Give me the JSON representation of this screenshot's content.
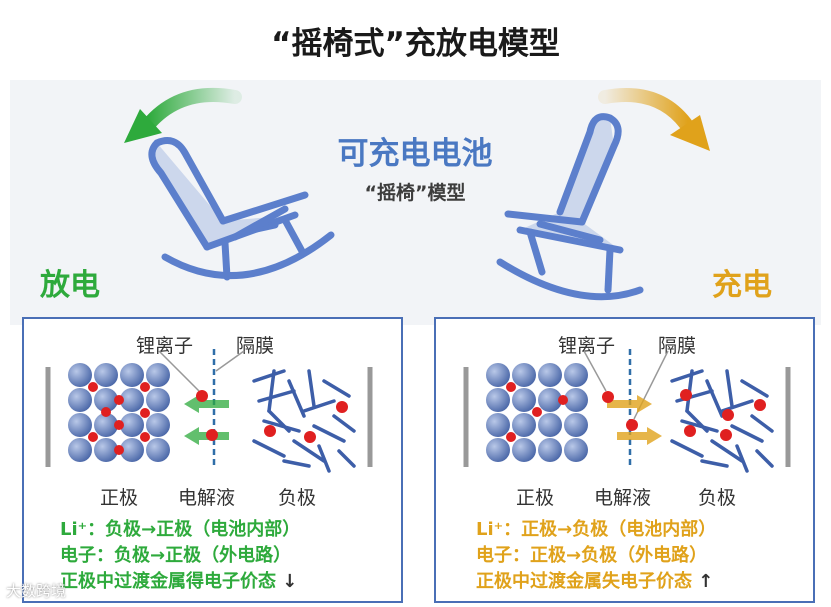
{
  "title": "“摇椅式”充放电模型",
  "center": {
    "main": "可充电电池",
    "sub": "“摇椅”模型"
  },
  "modes": {
    "discharge": "放电",
    "charge": "充电"
  },
  "discharge_panel": {
    "ion_label": "锂离子",
    "separator_label": "隔膜",
    "cathode_label": "正极",
    "electrolyte_label": "电解液",
    "anode_label": "负极",
    "line1": "Li⁺：负极→正极（电池内部）",
    "line2": "电子：负极→正极（外电路）",
    "line3": "正极中过渡金属得电子价态",
    "line3_arrow": "↓"
  },
  "charge_panel": {
    "ion_label": "锂离子",
    "separator_label": "隔膜",
    "cathode_label": "正极",
    "electrolyte_label": "电解液",
    "anode_label": "负极",
    "line1": "Li⁺：正极→负极（电池内部）",
    "line2": "电子：正极→负极（外电路）",
    "line3": "正极中过渡金属失电子价态",
    "line3_arrow": "↑"
  },
  "watermark": "大数跨境",
  "colors": {
    "discharge": "#2eaa3c",
    "charge": "#e0a21b",
    "chair": "#5c7fcc",
    "sphere": "#5b79b8",
    "ion": "#e02020",
    "frame": "#4a6fb6"
  },
  "icons": {
    "left_arrow": "curved-arrow-left-icon",
    "right_arrow": "curved-arrow-right-icon"
  }
}
